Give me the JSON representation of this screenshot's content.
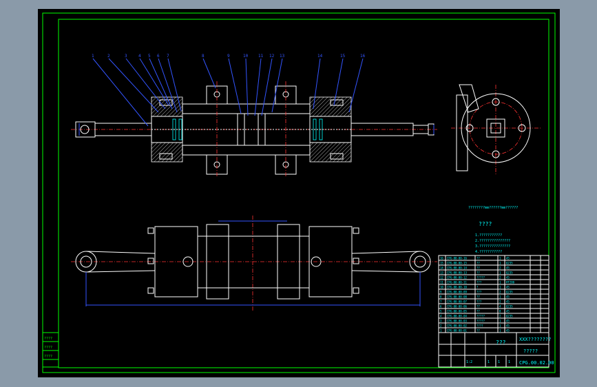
{
  "viewer": {
    "background": "#8a9aa9",
    "sheet_color": "#000000"
  },
  "colors": {
    "frame": "#00ff00",
    "outline": "#ffffff",
    "dimension": "#3355ff",
    "centerline": "#ff3333",
    "text": "#00ffff"
  },
  "callouts": [
    "1",
    "2",
    "3",
    "4",
    "5",
    "6",
    "7",
    "8",
    "9",
    "10",
    "11",
    "12",
    "13",
    "14",
    "15",
    "16"
  ],
  "tech_requirements": {
    "top_note": "????????mm??????mm??????",
    "heading": "????",
    "lines": [
      "1.???????????",
      "2.???????????????",
      "3.???????????????",
      "4.???????????"
    ]
  },
  "parts_list": {
    "rows": [
      [
        "16",
        "CPG-00-00-16",
        "??",
        "1",
        "45",
        ""
      ],
      [
        "15",
        "CPG-00-00-15",
        "??",
        "1",
        "Q235",
        ""
      ],
      [
        "14",
        "CPG-00-00-14",
        "??",
        "2",
        "45",
        ""
      ],
      [
        "13",
        "CPG-00-00-13",
        "??",
        "1",
        "Q235",
        ""
      ],
      [
        "12",
        "CPG-00-00-12",
        "?????",
        "2",
        "45",
        ""
      ],
      [
        "11",
        "CPG-00-00-11",
        "???",
        "1",
        "HT200",
        ""
      ],
      [
        "10",
        "CPG-00-00-10",
        "?",
        "1",
        "45",
        ""
      ],
      [
        "9",
        "CPG-00-00-09",
        "???",
        "2",
        "Q235",
        ""
      ],
      [
        "8",
        "CPG-00-00-08",
        "??",
        "1",
        "45",
        ""
      ],
      [
        "7",
        "CPG-00-00-07",
        "???",
        "2",
        "45",
        ""
      ],
      [
        "6",
        "CPG-00-00-06",
        "??",
        "4",
        "Q235",
        ""
      ],
      [
        "5",
        "CPG-00-00-05",
        "??",
        "8",
        "45",
        ""
      ],
      [
        "4",
        "CPG-00-00-04",
        "?????",
        "2",
        "Q235",
        ""
      ],
      [
        "3",
        "CPG-00-00-03",
        "?????",
        "1",
        "45",
        ""
      ],
      [
        "2",
        "CPG-00-00-02",
        "????",
        "1",
        "45",
        ""
      ],
      [
        "1",
        "CPG-00-00-01",
        "??",
        "1",
        "45",
        ""
      ]
    ]
  },
  "title_block": {
    "drawing_name": "???",
    "unit": "XXX????????",
    "material_cell": "?????",
    "drawing_number": "CPG.00.02.00",
    "scale_row": [
      "1",
      "1",
      "1",
      "1:2"
    ]
  },
  "side_stamp": [
    "????",
    "????",
    "????"
  ]
}
